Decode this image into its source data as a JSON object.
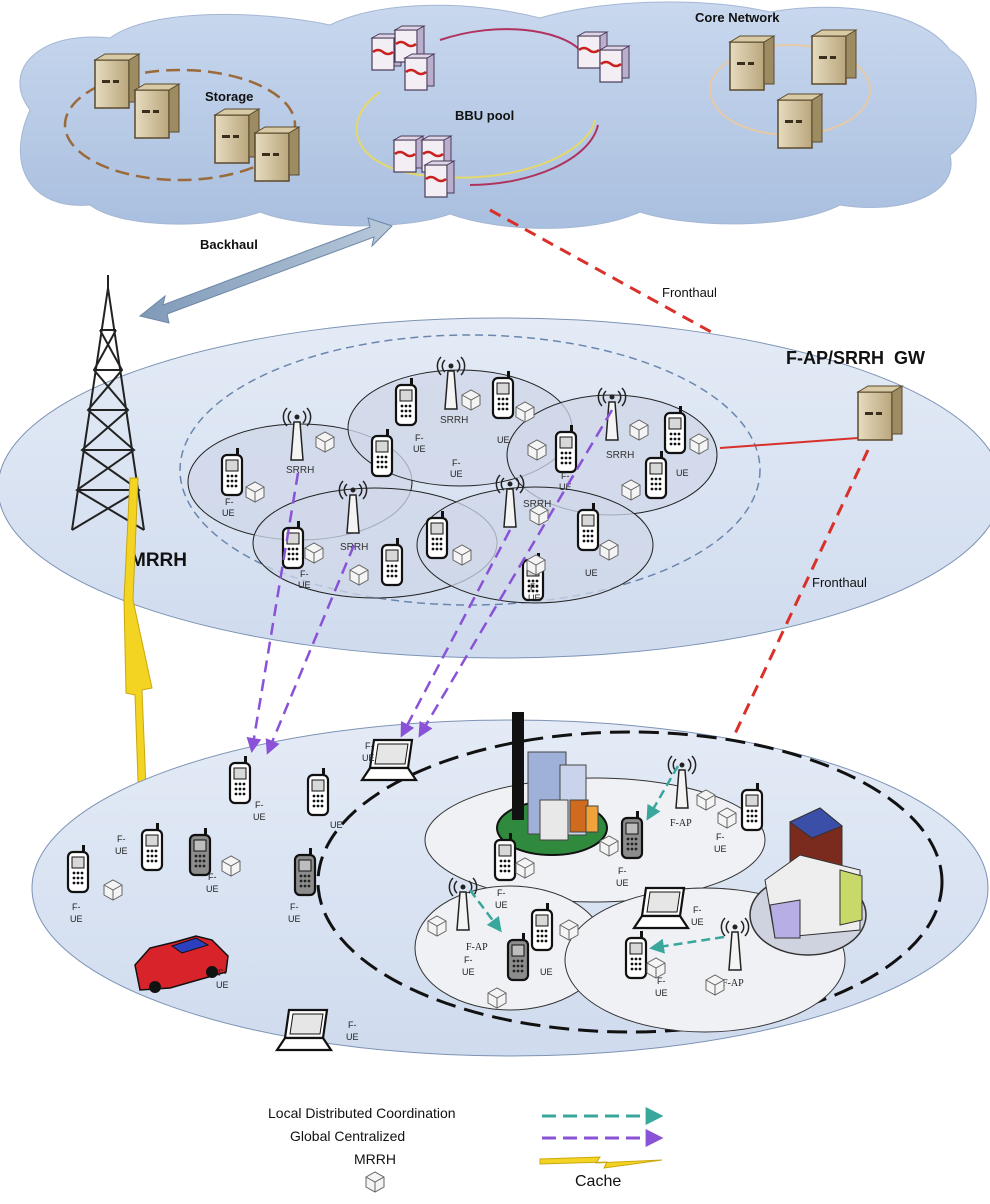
{
  "cloud": {
    "storage_label": "Storage",
    "bbu_label": "BBU pool",
    "core_label": "Core Network"
  },
  "links": {
    "backhaul": "Backhaul",
    "fronthaul_top": "Fronthaul",
    "fronthaul_mid": "Fronthaul"
  },
  "nodes": {
    "gateway": "F-AP/SRRH  GW",
    "mrrh": "MRRH",
    "srrh": "SRRH",
    "fap": "F-AP",
    "ue_line1": "F-",
    "ue_line2": "UE"
  },
  "legend": {
    "local": "Local Distributed Coordination",
    "global": "Global Centralized",
    "mrrh": "MRRH",
    "cache": "Cache"
  },
  "colors": {
    "cloud": "#b9cbe6",
    "plane": "#d8e2f1",
    "fronthaul": "#d9302a",
    "global_arrow": "#8a52d6",
    "local_arrow": "#39a79c",
    "lightning": "#f4d423",
    "backhaul": "#8fa9c6"
  }
}
